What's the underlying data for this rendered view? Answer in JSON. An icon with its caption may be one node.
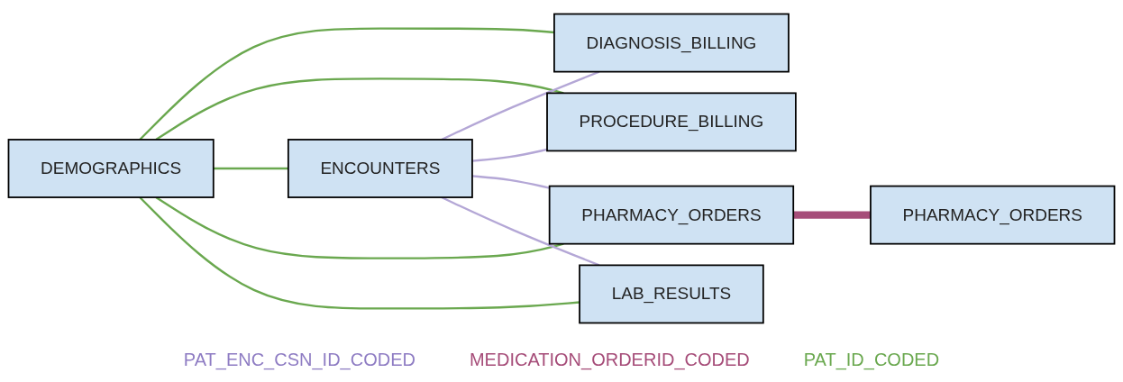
{
  "diagram": {
    "nodes": [
      {
        "text": [
          "DEMOGRAPHICS"
        ]
      },
      {
        "text": [
          "ENCOUNTERS"
        ]
      },
      {
        "text": [
          "DIAGNOSIS_BILLING"
        ]
      },
      {
        "text": [
          "PROCEDURE_BILLING"
        ]
      },
      {
        "text": [
          "PHARMACY_ORDERS"
        ]
      },
      {
        "text": [
          "PHARMACY_ORDERS"
        ]
      },
      {
        "text": [
          "LAB_RESULTS"
        ]
      }
    ],
    "edges": [
      {
        "from": 0,
        "to": 2,
        "arrow": "none"
      },
      {
        "from": 0,
        "to": 3,
        "arrow": "none"
      },
      {
        "from": 0,
        "to": 1,
        "arrow": "none"
      },
      {
        "from": 0,
        "to": 4,
        "arrow": "none"
      },
      {
        "from": 0,
        "to": 6,
        "arrow": "none"
      },
      {
        "from": 1,
        "to": 2,
        "arrow": "none",
        "color": "#b4a7d6"
      },
      {
        "from": 1,
        "to": 3,
        "arrow": "none",
        "color": "#b4a7d6"
      },
      {
        "from": 1,
        "to": 4,
        "arrow": "none",
        "color": "#b4a7d6"
      },
      {
        "from": 1,
        "to": 6,
        "arrow": "none",
        "color": "#b4a7d6"
      },
      {
        "from": 4,
        "to": 5,
        "arrow": "none",
        "style": "thick",
        "color": "#a64d79"
      }
    ],
    "labels": [
      "PAT_ENC_CSN_ID_CODED",
      "MEDICATION_ORDERID_CODED",
      "PAT_ID_CODED"
    ]
  }
}
